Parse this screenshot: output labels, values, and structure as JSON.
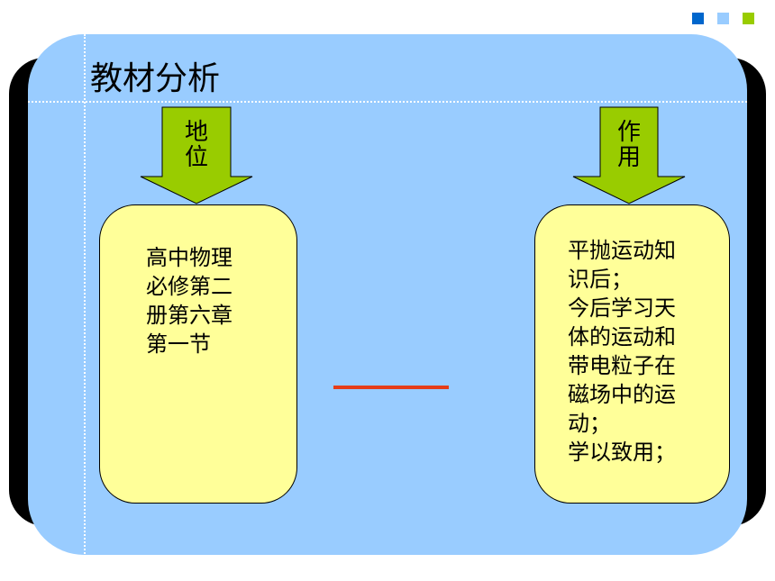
{
  "colors": {
    "panel": "#99ccff",
    "arrow": "#99cc00",
    "box": "#ffff99",
    "connector": "#e63c17",
    "square_dark": "#0066cc",
    "square_light": "#99ccff",
    "square_green": "#99cc00"
  },
  "slide": {
    "title": "教材分析"
  },
  "left": {
    "arrow_label_1": "地",
    "arrow_label_2": "位",
    "lines": [
      "高中物理",
      "必修第二",
      "册第六章",
      "第一节"
    ]
  },
  "right": {
    "arrow_label_1": "作",
    "arrow_label_2": "用",
    "lines": [
      "平抛运动知",
      "识后；",
      "今后学习天",
      "体的运动和",
      "带电粒子在",
      "磁场中的运",
      "动；",
      "学以致用；"
    ]
  }
}
